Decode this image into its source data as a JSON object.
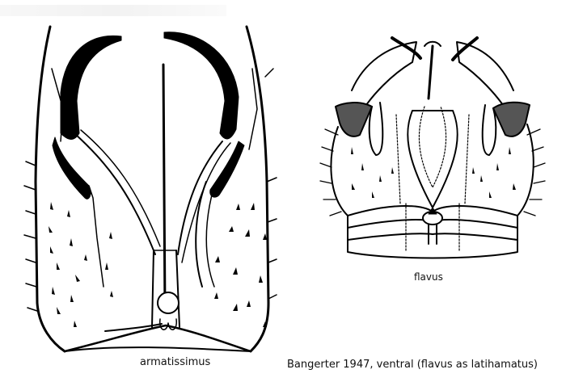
{
  "figure": {
    "specimens": [
      {
        "id": "left",
        "label": "armatissimus",
        "view": "ventral"
      },
      {
        "id": "right",
        "label": "flavus",
        "view": "ventral"
      }
    ],
    "caption": "Bangerter 1947, ventral (flavus as latihamatus)",
    "colors": {
      "ink": "#000000",
      "paper": "#ffffff"
    }
  }
}
